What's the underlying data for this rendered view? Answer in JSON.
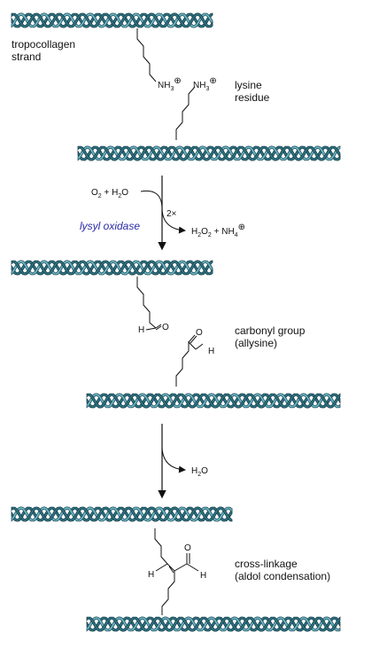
{
  "labels": {
    "tropocollagen": [
      "tropocollagen",
      "strand"
    ],
    "lysine": [
      "lysine",
      "residue"
    ],
    "carbonyl": [
      "carbonyl group",
      "(allysine)"
    ],
    "crosslink": [
      "cross-linkage",
      "(aldol condensation)"
    ]
  },
  "reaction1": {
    "reactants": "O2 + H2O",
    "enzyme": "lysyl oxidase",
    "stoich": "2×",
    "products": "H2O2 + NH4"
  },
  "reaction2": {
    "product": "H2O"
  },
  "atoms": {
    "amine": "NH3",
    "oxygen": "O",
    "hydrogen": "H"
  },
  "colors": {
    "strand_light": "#6fb7c6",
    "strand_dark": "#2e7484",
    "enzyme_text": "#2a2aa8"
  }
}
